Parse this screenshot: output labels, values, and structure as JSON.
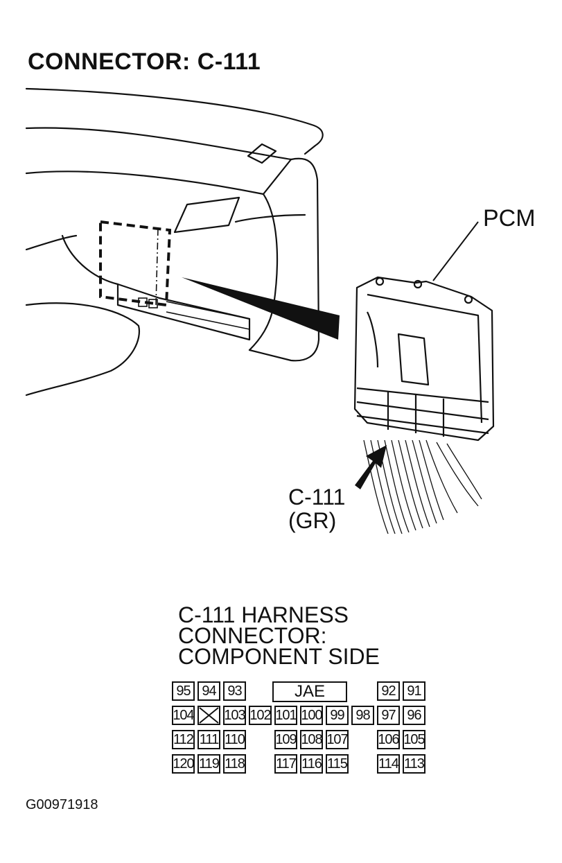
{
  "header": {
    "title": "CONNECTOR: C-111"
  },
  "labels": {
    "pcm": "PCM",
    "connector_id": "C-111",
    "connector_color": "(GR)"
  },
  "harness": {
    "title_lines": [
      "C-111 HARNESS",
      "CONNECTOR:",
      "COMPONENT SIDE"
    ],
    "key_label": "JAE",
    "rows": [
      [
        "95",
        "94",
        "93",
        "",
        "",
        "",
        "",
        "",
        "92",
        "91"
      ],
      [
        "104",
        "X",
        "103",
        "102",
        "101",
        "100",
        "99",
        "98",
        "97",
        "96"
      ],
      [
        "112",
        "111",
        "110",
        "",
        "109",
        "108",
        "107",
        "",
        "106",
        "105"
      ],
      [
        "120",
        "119",
        "118",
        "",
        "117",
        "116",
        "115",
        "",
        "114",
        "113"
      ]
    ]
  },
  "figure_id": "G00971918"
}
